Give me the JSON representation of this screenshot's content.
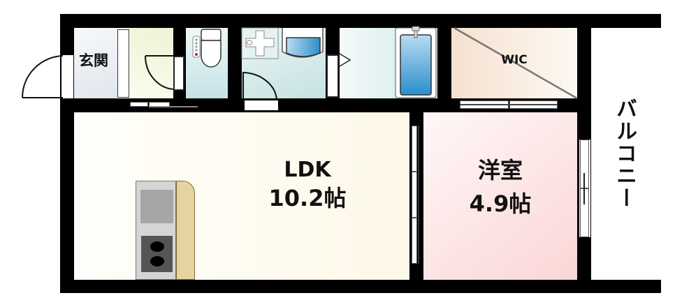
{
  "floor_plan": {
    "rooms": {
      "entrance": {
        "label": "玄関"
      },
      "ldk": {
        "label": "LDK",
        "size": "10.2帖"
      },
      "western_room": {
        "label": "洋室",
        "size": "4.9帖"
      },
      "wic": {
        "label": "WIC"
      },
      "balcony": {
        "label": "バルコニー"
      }
    },
    "colors": {
      "wall": "#000000",
      "entrance_floor": "#eef2f5",
      "hall_floor": "#f2f6df",
      "toilet_floor": "#d6ecee",
      "washroom_floor": "#d6ecee",
      "bathroom_floor": "#e4f1f1",
      "wic_floor": "#f8e6d8",
      "ldk_floor": "#fdfaee",
      "western_floor": "#fbdcdc",
      "bathtub": "#4aa3d8",
      "kitchen_counter": "#e6d3a0"
    }
  }
}
